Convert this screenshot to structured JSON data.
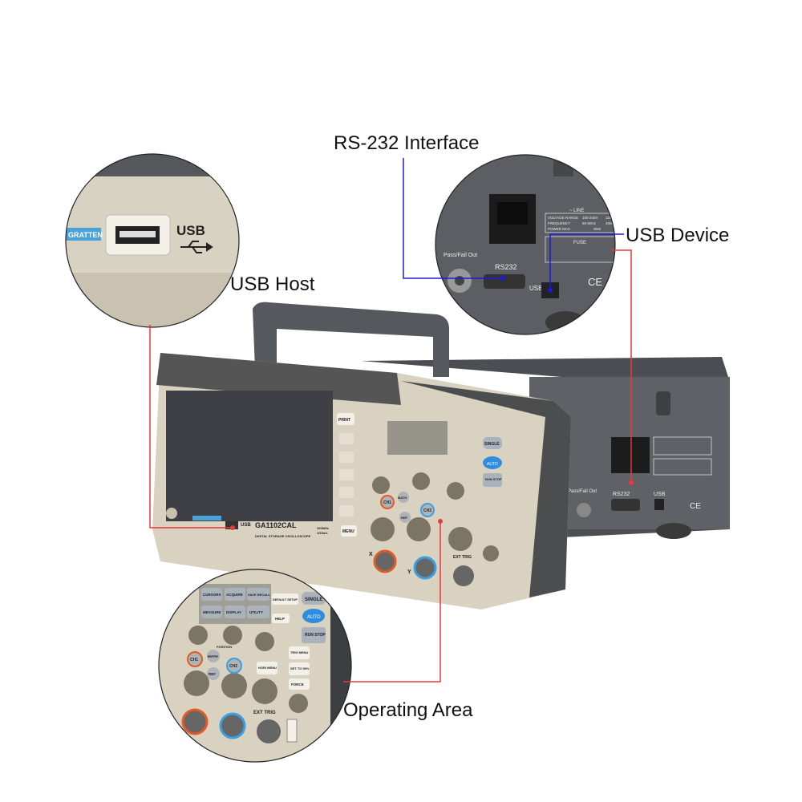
{
  "callouts": {
    "rs232": "RS-232 Interface",
    "usb_device": "USB Device",
    "usb_host": "USB Host",
    "operating_area": "Operating Area"
  },
  "colors": {
    "red_line": "#e8383d",
    "blue_line": "#1a1adc",
    "body": "#d9d2c0",
    "rear": "#5f6166"
  },
  "front_panel": {
    "brand": "GRATTEN",
    "model": "GA1102CAL",
    "subtitle": "DIGITAL STORAGE OSCILLOSCOPE",
    "spec1": "100MHz",
    "spec2": "1GSa/s",
    "usb": "USB",
    "print": "PRINT",
    "menu": "MENU",
    "cursors": "CURSORS",
    "acquire": "ACQUIRE",
    "save_recall": "SAVE RECALL",
    "measure": "MEASURE",
    "display": "DISPLAY",
    "utility": "UTILITY",
    "default_setup": "DEFAULT SETUP",
    "help": "HELP",
    "single": "SINGLE",
    "auto": "AUTO",
    "run_stop": "RUN STOP",
    "trig_menu": "TRIG MENU",
    "set_to_50": "SET TO 50%",
    "force": "FORCE",
    "ch1": "CH1",
    "ch2": "CH2",
    "math": "MATH",
    "ref": "REF",
    "hori_menu": "HORI MENU",
    "position": "POSITION",
    "ext_trig": "EXT TRIG",
    "x": "X",
    "y": "Y"
  },
  "rear_panel": {
    "line": "~ LINE",
    "voltage_range": "VOLTAGE RANGE",
    "frequency": "FREQUENCY",
    "power_max": "POWER MAX",
    "v1": "100-240V",
    "v2": "115V",
    "f1": "50-60Hz",
    "f2": "400Hz",
    "p": "35W",
    "fuse": "FUSE",
    "pass_fail": "Pass/Fail Out",
    "rs232": "RS232",
    "usb": "USB",
    "ce": "CE"
  }
}
